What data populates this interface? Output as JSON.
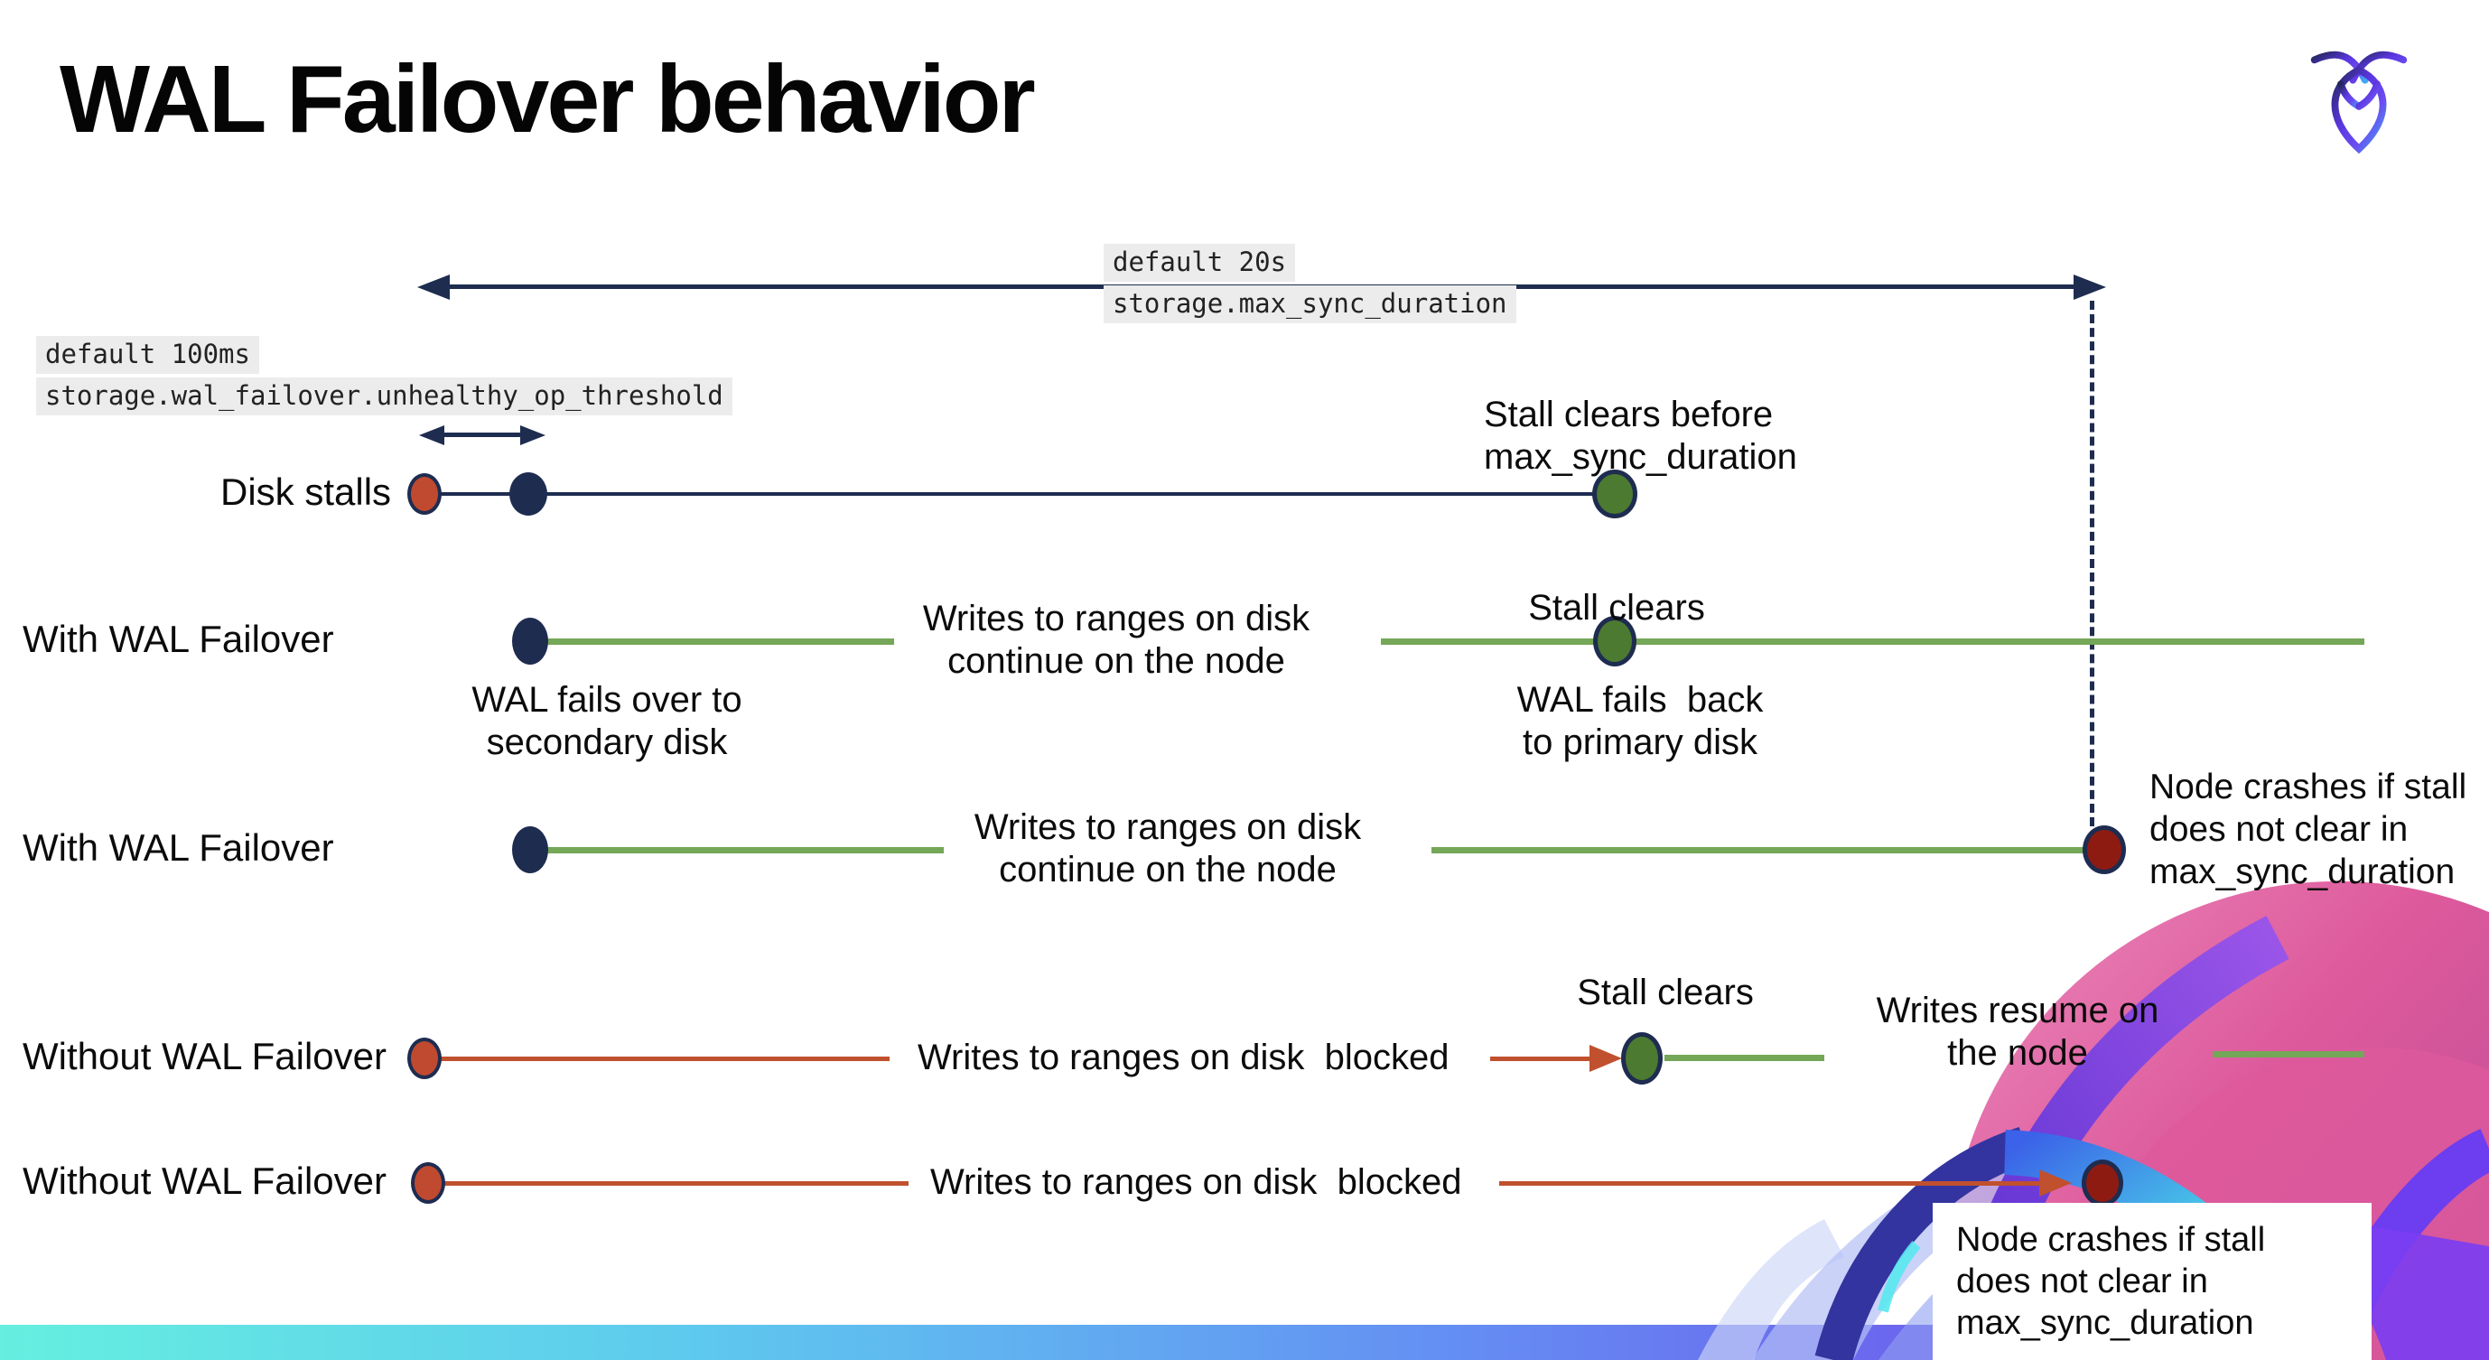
{
  "title": "WAL Failover behavior",
  "logo": {
    "name": "CockroachDB"
  },
  "settings_callouts": {
    "max_sync_duration": {
      "default": "default 20s",
      "setting": "storage.max_sync_duration"
    },
    "unhealthy_op_threshold": {
      "default": "default 100ms",
      "setting": "storage.wal_failover.unhealthy_op_threshold"
    }
  },
  "rows": [
    {
      "label": "Disk stalls",
      "stall_clears": "Stall clears before\nmax_sync_duration"
    },
    {
      "label": "With WAL Failover",
      "failover": "WAL fails over to\nsecondary disk",
      "writes": "Writes to ranges on disk\ncontinue on the node",
      "stall_clears": "Stall clears",
      "failback": "WAL fails  back\nto primary disk"
    },
    {
      "label": "With WAL Failover",
      "writes": "Writes to ranges on disk\ncontinue on the node",
      "crash": "Node crashes if stall\ndoes not clear in\nmax_sync_duration"
    },
    {
      "label": "Without WAL Failover",
      "writes": "Writes to ranges on disk  blocked",
      "stall_clears": "Stall clears",
      "resume": "Writes resume on\nthe node"
    },
    {
      "label": "Without WAL Failover",
      "writes": "Writes to ranges on disk  blocked",
      "crash": "Node crashes if stall\ndoes not clear in\nmax_sync_duration"
    }
  ],
  "colors": {
    "navy": "#1e2c50",
    "green_line": "#74a757",
    "green_dot": "#4c7a31",
    "red_orange": "#c0502e",
    "dark_red": "#8e1b12",
    "code_background": "#ececec",
    "bottom_bar_gradient": [
      "#65efe0",
      "#5ec9ee",
      "#648ff3",
      "#6c63ee",
      "#7a3df2"
    ]
  }
}
